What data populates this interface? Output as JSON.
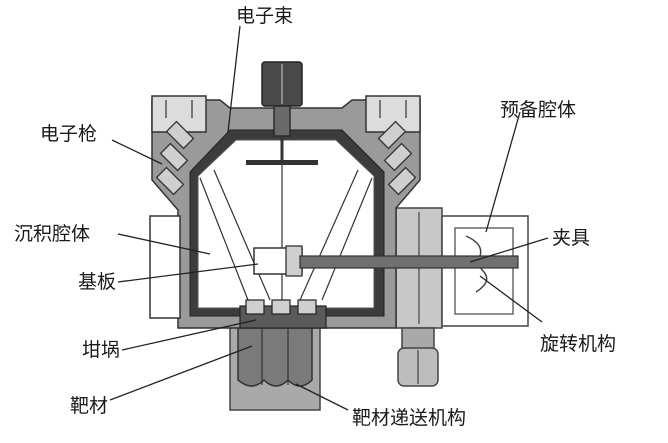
{
  "labels": {
    "electron_beam": "电子束",
    "electron_gun": "电子枪",
    "deposition_chamber": "沉积腔体",
    "substrate": "基板",
    "crucible": "坩埚",
    "target": "靶材",
    "prep_chamber": "预备腔体",
    "fixture": "夹具",
    "rotation_mechanism": "旋转机构",
    "target_feed_mechanism": "靶材递送机构"
  },
  "colors": {
    "frame": "#9a9a9a",
    "frame_dark": "#5a5a5a",
    "wall": "#3c3c3c",
    "interior": "#ffffff",
    "gun_housing": "#dcdcdc",
    "target": "#7a7a7a",
    "pedestal": "#a9a9a9",
    "rod": "#6f6f6f",
    "leader": "#222222"
  }
}
